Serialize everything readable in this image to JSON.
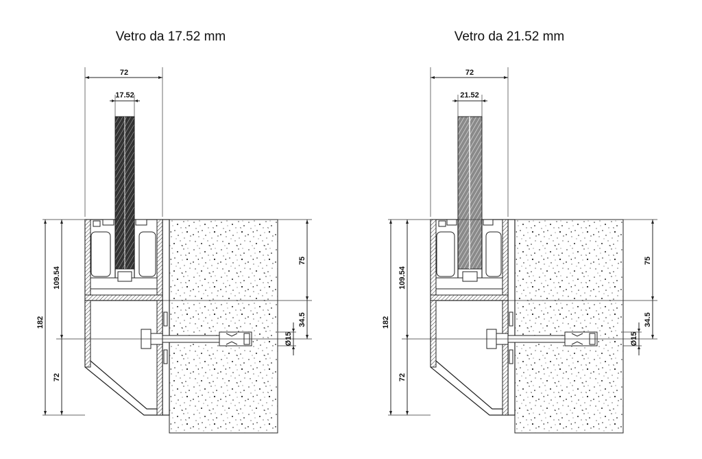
{
  "left": {
    "title": "Vetro da 17.52 mm",
    "dims": {
      "total_width": "72",
      "glass_thickness": "17.52",
      "height_upper": "109.54",
      "height_total": "182",
      "height_lower": "72",
      "concrete_depth": "75",
      "anchor_offset": "34.5",
      "anchor_diameter": "Ø15"
    }
  },
  "right": {
    "title": "Vetro da 21.52 mm",
    "dims": {
      "total_width": "72",
      "glass_thickness": "21.52",
      "height_upper": "109.54",
      "height_total": "182",
      "height_lower": "72",
      "concrete_depth": "75",
      "anchor_offset": "34.5",
      "anchor_diameter": "Ø15"
    }
  },
  "colors": {
    "line": "#222222",
    "glass_dark": "#333333",
    "glass_light": "#8a8a8a",
    "profile_fill": "#555555"
  }
}
